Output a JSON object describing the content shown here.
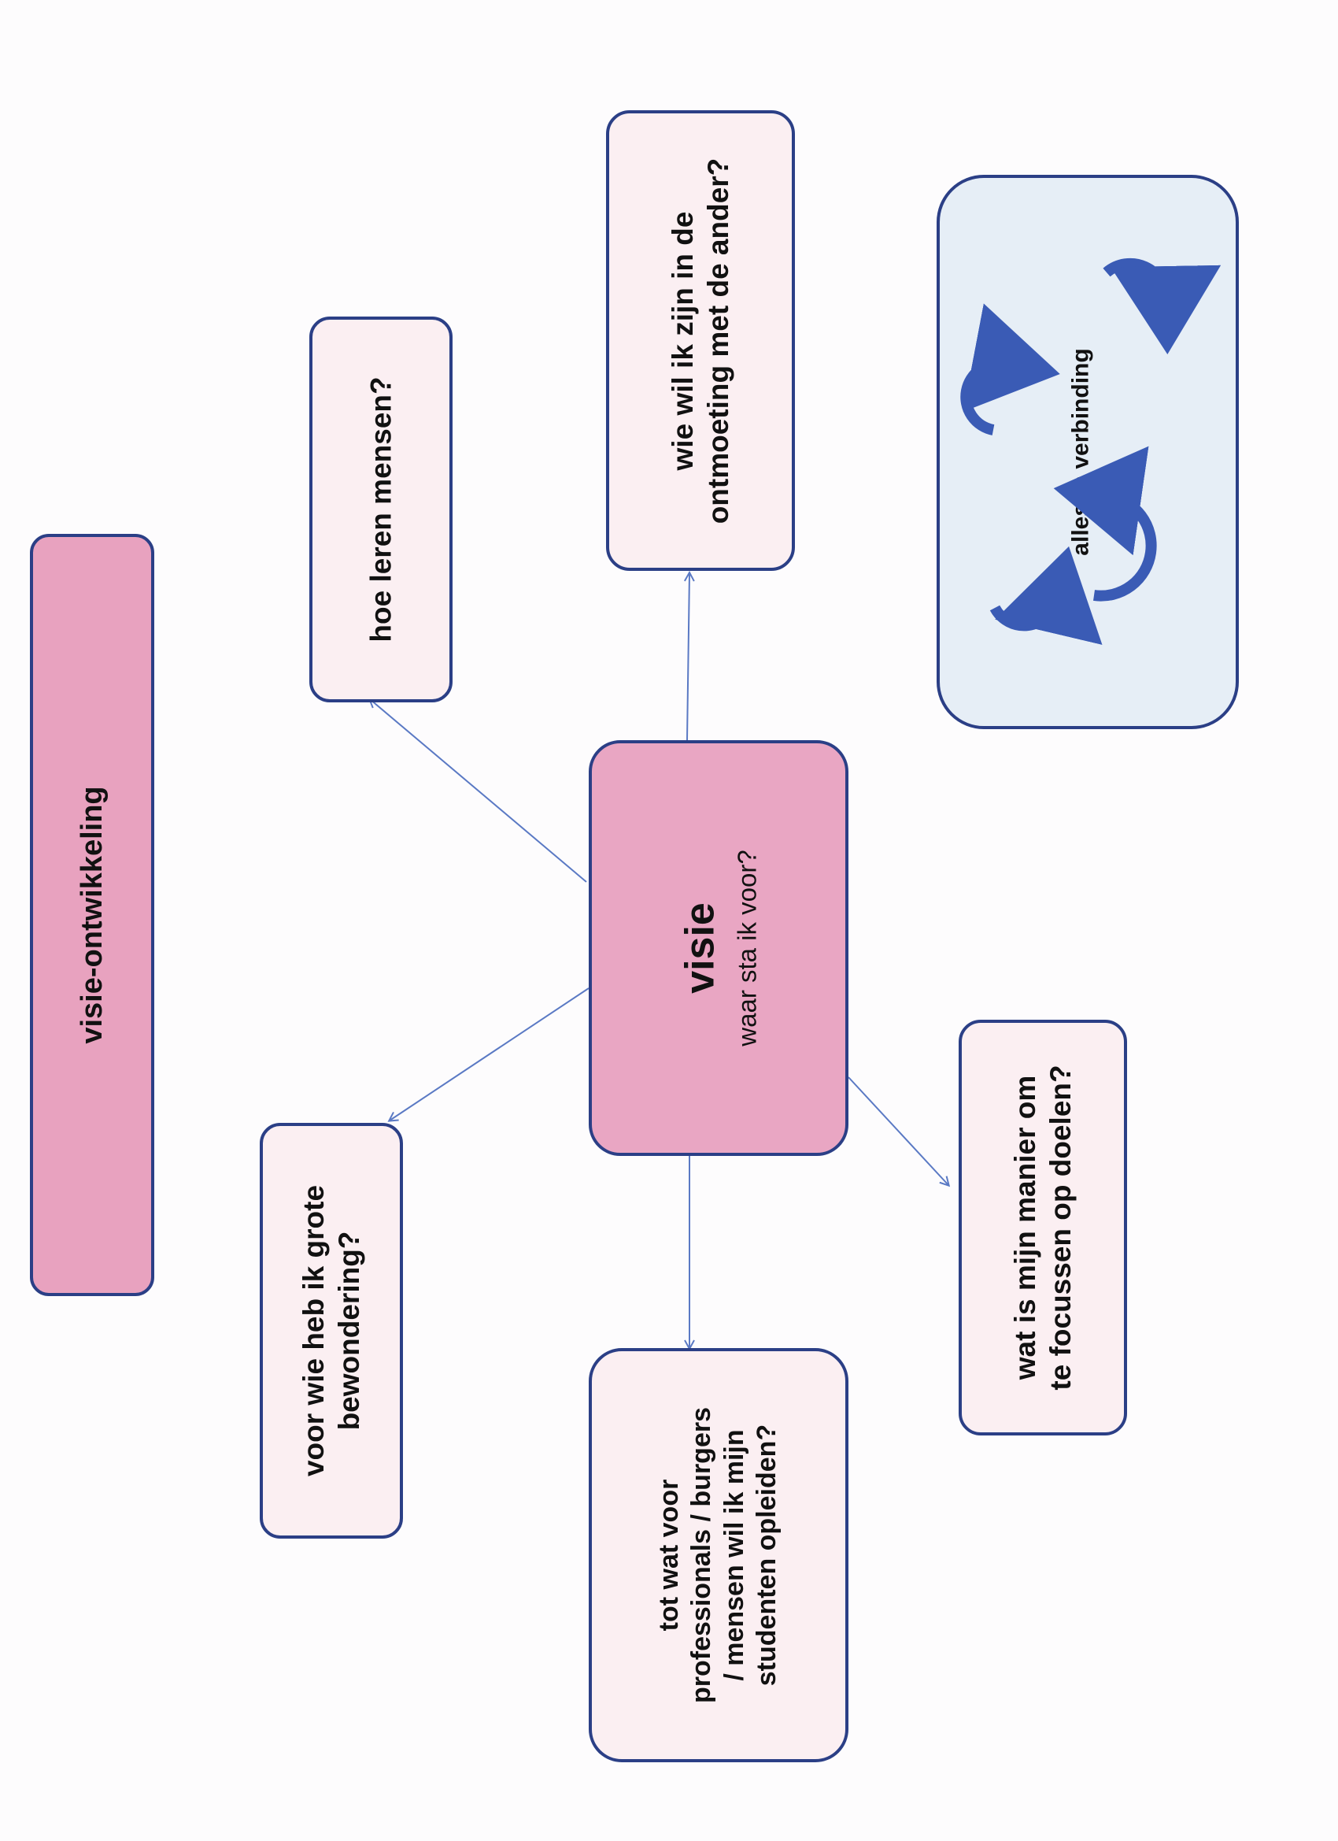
{
  "title_box": {
    "label": "visie-ontwikkeling"
  },
  "center": {
    "title": "visie",
    "subtitle": "waar sta ik voor?"
  },
  "questions": {
    "hoe_leren": "hoe leren mensen?",
    "wie_wil_ik_zijn": [
      "wie wil ik zijn in de",
      "ontmoeting met de ander?"
    ],
    "bewondering": [
      "voor wie heb ik grote",
      "bewondering?"
    ],
    "studenten": [
      "tot wat voor",
      "professionals / burgers",
      "/ mensen wil ik mijn",
      "studenten opleiden?"
    ],
    "manier": [
      "wat is mijn manier om",
      "te focussen op doelen?"
    ]
  },
  "verbinding": {
    "label": "alles in verbinding"
  },
  "colors": {
    "border": "#2b3f86",
    "pink": "#e8a2bf",
    "light": "#fbeff2",
    "blue": "#e6eef6",
    "line": "#5a79c4"
  }
}
